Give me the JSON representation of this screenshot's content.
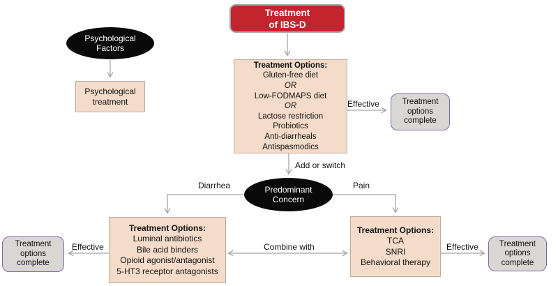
{
  "colors": {
    "red": "#c2252e",
    "ink": "#0a0a0a",
    "pink": "#f5dcca",
    "pink-border": "#b9aca0",
    "gray": "#d8d7d4",
    "purple": "#8465a8",
    "line": "#a3a3a3"
  },
  "nodes": {
    "title": {
      "line1": "Treatment",
      "line2": "of IBS-D"
    },
    "psych_factors": {
      "line1": "Psychological",
      "line2": "Factors"
    },
    "psych_treatment": {
      "line1": "Psychological",
      "line2": "treatment"
    },
    "initial_options": {
      "header": "Treatment Options:",
      "items": [
        "Gluten-free diet",
        "OR",
        "Low-FODMAPS diet",
        "OR",
        "Lactose restriction",
        "Probiotics",
        "Anti-diarrheals",
        "Antispasmodics"
      ]
    },
    "predominant_concern": {
      "line1": "Predominant",
      "line2": "Concern"
    },
    "diarrhea_options": {
      "header": "Treatment Options:",
      "items": [
        "Luminal antibiotics",
        "Bile acid binders",
        "Opioid agonist/antagonist",
        "5-HT3 receptor antagonists"
      ]
    },
    "pain_options": {
      "header": "Treatment Options:",
      "items": [
        "TCA",
        "SNRI",
        "Behavioral therapy"
      ]
    },
    "complete": {
      "line1": "Treatment",
      "line2": "options",
      "line3": "complete"
    }
  },
  "labels": {
    "effective_top": "Effective",
    "add_or_switch": "Add or switch",
    "diarrhea": "Diarrhea",
    "pain": "Pain",
    "effective_left": "Effective",
    "combine_with": "Combine with",
    "effective_right": "Effective"
  }
}
